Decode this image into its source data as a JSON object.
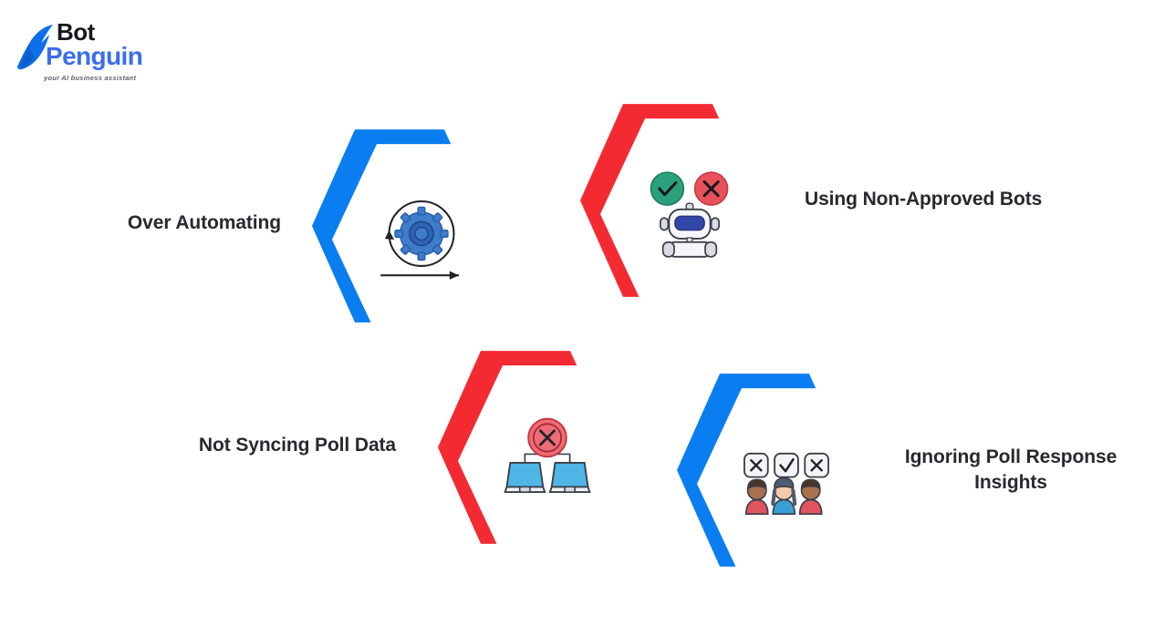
{
  "page": {
    "background_color": "#ffffff",
    "title_text_color": "#27292e"
  },
  "brand": {
    "name_top": "Bot",
    "name_bottom": "Penguin",
    "tagline": "your AI business assistant",
    "logo_icon": "penguin-logo-icon",
    "top_color": "#16181c",
    "bottom_color": "#3a6df0"
  },
  "palette": {
    "blue": "#0a7ef0",
    "red": "#f42a33",
    "green": "#2aa17c",
    "gear_blue": "#2f68b8",
    "laptop_blue": "#4fb6e8"
  },
  "cards": [
    {
      "id": "over-automating",
      "label": "Over Automating",
      "accent_color": "#0a7ef0",
      "accent_name": "blue",
      "icon": "gear-cycle-icon",
      "label_side": "left"
    },
    {
      "id": "using-non-approved-bots",
      "label": "Using Non-Approved Bots",
      "accent_color": "#f42a33",
      "accent_name": "red",
      "icon": "robot-approval-icon",
      "label_side": "right"
    },
    {
      "id": "not-syncing-poll-data",
      "label": "Not Syncing Poll Data",
      "accent_color": "#f42a33",
      "accent_name": "red",
      "icon": "laptops-no-sync-icon",
      "label_side": "left"
    },
    {
      "id": "ignoring-poll-response-insights",
      "label": "Ignoring Poll Response Insights",
      "accent_color": "#0a7ef0",
      "accent_name": "blue",
      "icon": "poll-voters-icon",
      "label_side": "right"
    }
  ]
}
